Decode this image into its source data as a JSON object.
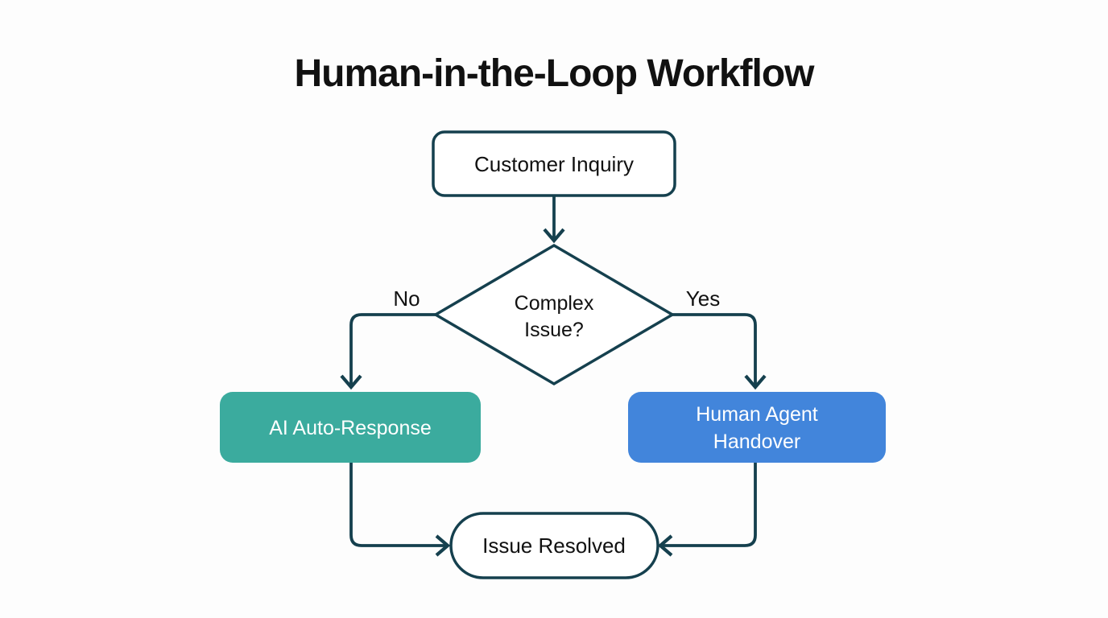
{
  "title": "Human-in-the-Loop Workflow",
  "diagram": {
    "type": "flowchart",
    "nodes": {
      "start": {
        "label": "Customer Inquiry",
        "shape": "rounded-rectangle",
        "fill": "#ffffff",
        "border": "#15404e"
      },
      "decision": {
        "label": "Complex Issue?",
        "line1": "Complex",
        "line2": "Issue?",
        "shape": "diamond",
        "fill": "#ffffff",
        "border": "#15404e"
      },
      "ai_auto_response": {
        "label": "AI Auto-Response",
        "shape": "rounded-rectangle",
        "fill": "#3bab9e",
        "text_color": "#ffffff"
      },
      "human_handover": {
        "label": "Human Agent Handover",
        "line1": "Human Agent",
        "line2": "Handover",
        "shape": "rounded-rectangle",
        "fill": "#4285db",
        "text_color": "#ffffff"
      },
      "end": {
        "label": "Issue Resolved",
        "shape": "terminator",
        "fill": "#ffffff",
        "border": "#15404e"
      }
    },
    "edge_labels": {
      "no": "No",
      "yes": "Yes"
    },
    "edges": [
      {
        "from": "start",
        "to": "decision"
      },
      {
        "from": "decision",
        "to": "ai_auto_response",
        "label": "No"
      },
      {
        "from": "decision",
        "to": "human_handover",
        "label": "Yes"
      },
      {
        "from": "ai_auto_response",
        "to": "end"
      },
      {
        "from": "human_handover",
        "to": "end"
      }
    ],
    "colors": {
      "stroke": "#15404e",
      "teal_fill": "#3bab9e",
      "blue_fill": "#4285db",
      "background": "#fdfdfd",
      "text": "#111111",
      "white_text": "#ffffff"
    }
  }
}
